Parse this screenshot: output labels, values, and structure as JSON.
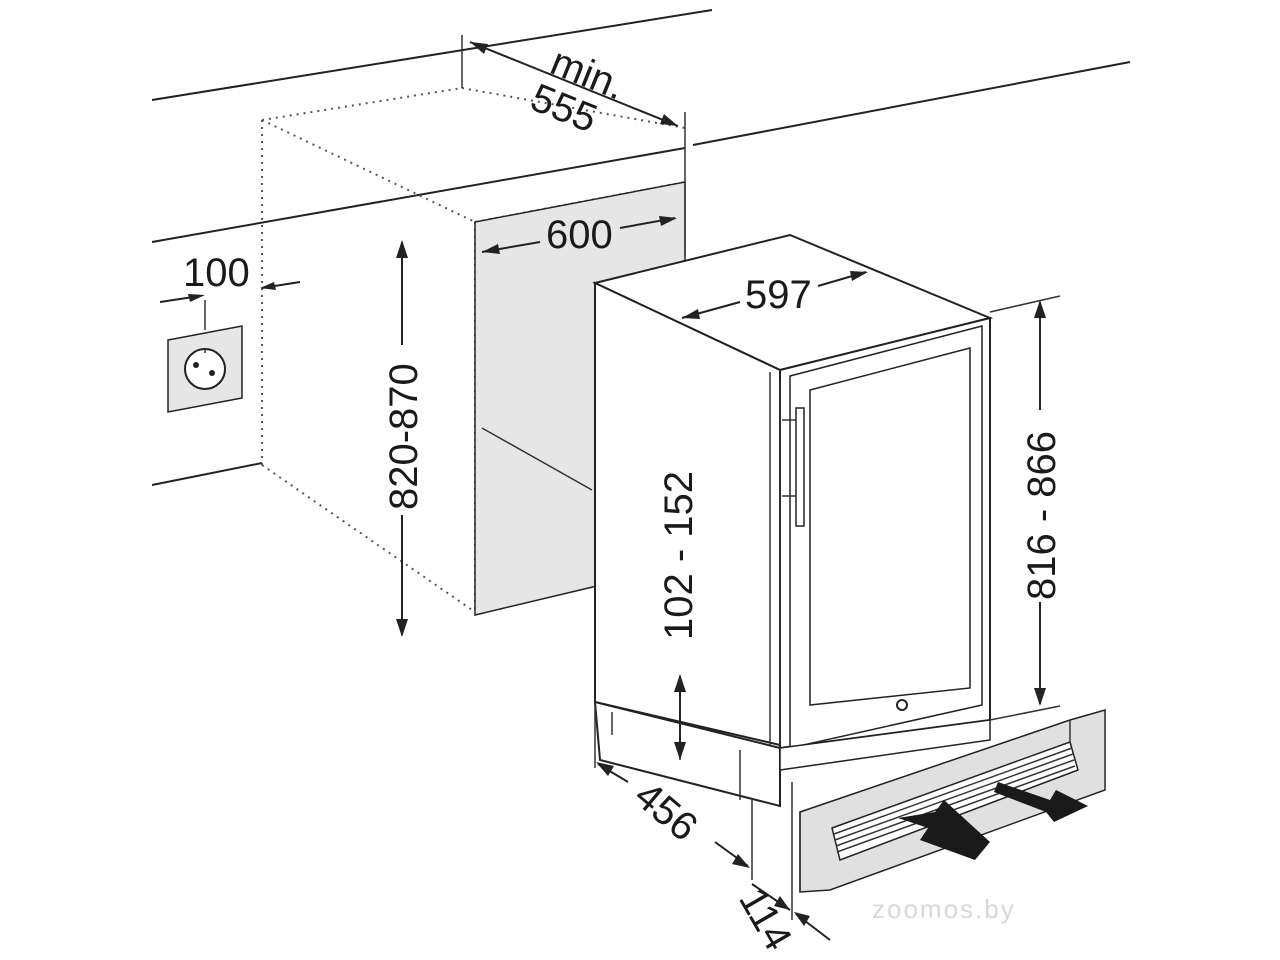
{
  "dimensions": {
    "min_label": "min.",
    "depth_min": "555",
    "niche_width": "600",
    "socket_offset": "100",
    "niche_height": "820-870",
    "appliance_width": "597",
    "appliance_height": "816 - 866",
    "plinth_height": "102 - 152",
    "depth": "456",
    "plinth_depth": "114"
  },
  "watermark": "zoomos.by",
  "colors": {
    "line": "#222222",
    "niche_fill": "#e6e6e6",
    "plinth_fill": "#e0e0e0",
    "arrow_fill": "#1a1a1a"
  }
}
